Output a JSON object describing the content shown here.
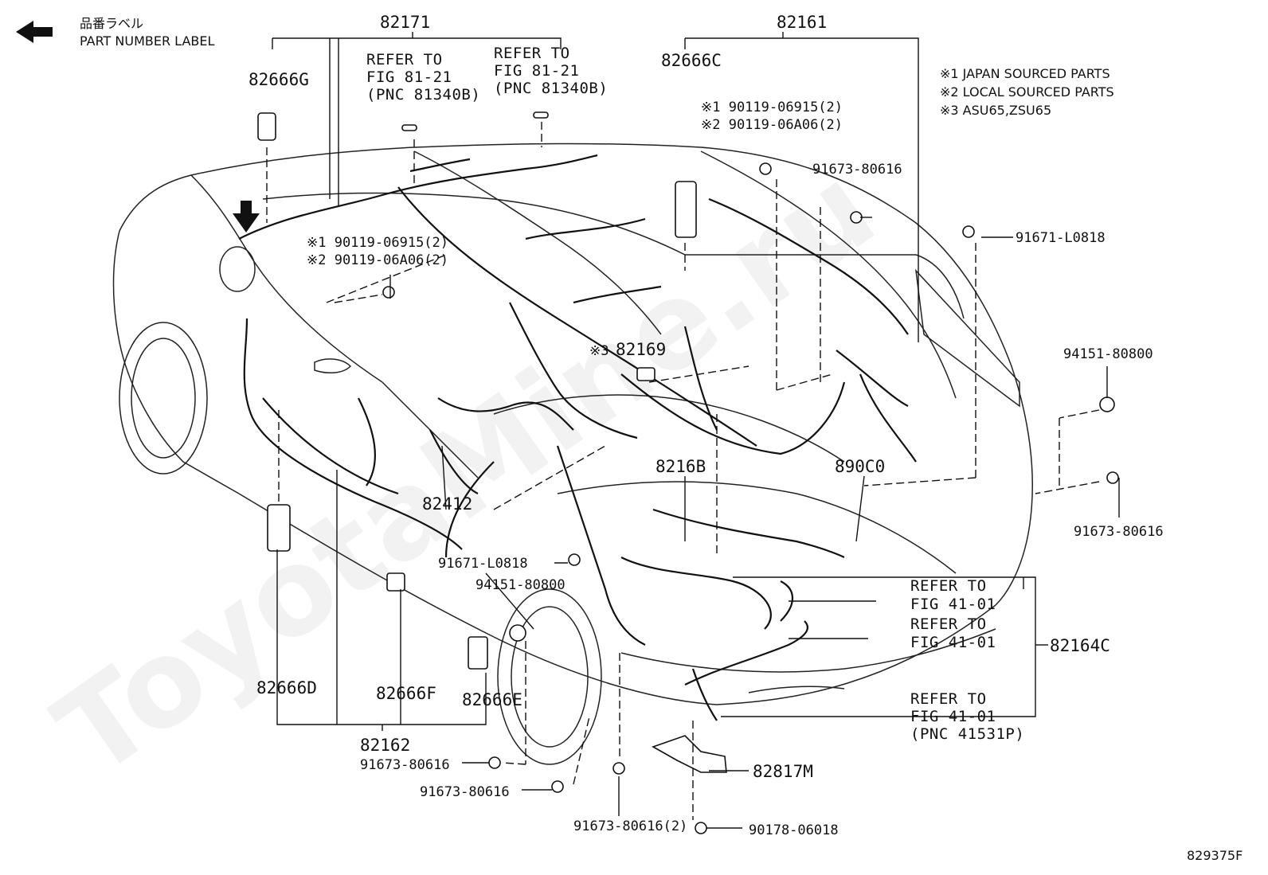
{
  "legend": {
    "jp_label": "品番ラベル",
    "en_label": "PART NUMBER LABEL"
  },
  "notes": [
    "※1 JAPAN SOURCED PARTS",
    "※2 LOCAL SOURCED PARTS",
    "※3 ASU65,ZSU65"
  ],
  "callouts": {
    "p82171": "82171",
    "p82161": "82161",
    "p82666G": "82666G",
    "p82666C": "82666C",
    "refer1": [
      "REFER TO",
      "FIG 81-21",
      "(PNC 81340B)"
    ],
    "refer2": [
      "REFER TO",
      "FIG 81-21",
      "(PNC 81340B)"
    ],
    "bolt_c_1": "※1 90119-06915(2)",
    "bolt_c_2": "※2 90119-06A06(2)",
    "bolt_l_1": "※1 90119-06915(2)",
    "bolt_l_2": "※2 90119-06A06(2)",
    "p91673_top": "91673-80616",
    "p91671_top": "91671-L0818",
    "p82169_mark": "※3",
    "p82169": "82169",
    "p94151_right": "94151-80800",
    "p8216B": "8216B",
    "p890C0": "890C0",
    "p91673_right": "91673-80616",
    "p82412": "82412",
    "p91671_mid": "91671-L0818",
    "p94151_mid": "94151-80800",
    "refer3": [
      "REFER TO",
      "FIG 41-01"
    ],
    "refer4": [
      "REFER TO",
      "FIG 41-01"
    ],
    "refer5": [
      "REFER TO",
      "FIG 41-01",
      "(PNC 41531P)"
    ],
    "p82164C": "82164C",
    "p82666D": "82666D",
    "p82666F": "82666F",
    "p82666E": "82666E",
    "p82162": "82162",
    "p91673_b1": "91673-80616",
    "p91673_b2": "91673-80616",
    "p91673_b3": "91673-80616(2)",
    "p82817M": "82817M",
    "p90178": "90178-06018"
  },
  "figure_id": "829375F",
  "watermark": "ToyotaMine.ru",
  "colors": {
    "ink": "#111111",
    "background": "#ffffff"
  }
}
